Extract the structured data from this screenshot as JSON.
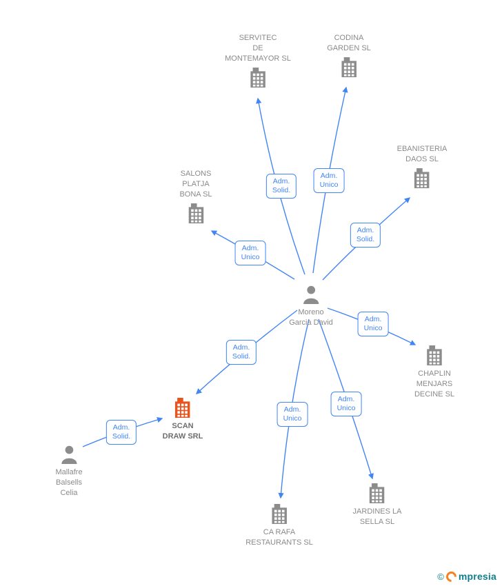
{
  "diagram_title": "corporate-relations-network",
  "colors": {
    "edge_blue": "#4285f4",
    "node_gray": "#8c8c8c",
    "highlight_orange": "#e8541d",
    "label_gray": "#8a8a8a",
    "brand_teal": "#0d7f8c",
    "brand_orange": "#f5821f"
  },
  "nodes": {
    "servitec": {
      "label": "SERVITEC\nDE\nMONTEMAYOR SL",
      "type": "company"
    },
    "codina": {
      "label": "CODINA\nGARDEN SL",
      "type": "company"
    },
    "ebanisteria": {
      "label": "EBANISTERIA\nDAOS SL",
      "type": "company"
    },
    "salons": {
      "label": "SALONS\nPLATJA\nBONA SL",
      "type": "company"
    },
    "moreno": {
      "label": "Moreno\nGarcia David",
      "type": "person"
    },
    "chaplin": {
      "label": "CHAPLIN\nMENJARS\nDECINE SL",
      "type": "company"
    },
    "scandraw": {
      "label": "SCAN\nDRAW SRL",
      "type": "company",
      "highlighted": true
    },
    "mallafre": {
      "label": "Mallafre\nBalsells\nCelia",
      "type": "person"
    },
    "carafa": {
      "label": "CA RAFA\nRESTAURANTS SL",
      "type": "company"
    },
    "jardines": {
      "label": "JARDINES LA\nSELLA SL",
      "type": "company"
    }
  },
  "edges": {
    "moreno_servitec": {
      "label": "Adm.\nSolid."
    },
    "moreno_codina": {
      "label": "Adm.\nUnico"
    },
    "moreno_ebanisteria": {
      "label": "Adm.\nSolid."
    },
    "moreno_salons": {
      "label": "Adm.\nUnico"
    },
    "moreno_chaplin": {
      "label": "Adm.\nUnico"
    },
    "moreno_scandraw": {
      "label": "Adm.\nSolid."
    },
    "moreno_carafa": {
      "label": "Adm.\nUnico"
    },
    "moreno_jardines": {
      "label": "Adm.\nUnico"
    },
    "mallafre_scandraw": {
      "label": "Adm.\nSolid."
    }
  },
  "footer": {
    "copyright": "©",
    "brand": "mpresia"
  }
}
